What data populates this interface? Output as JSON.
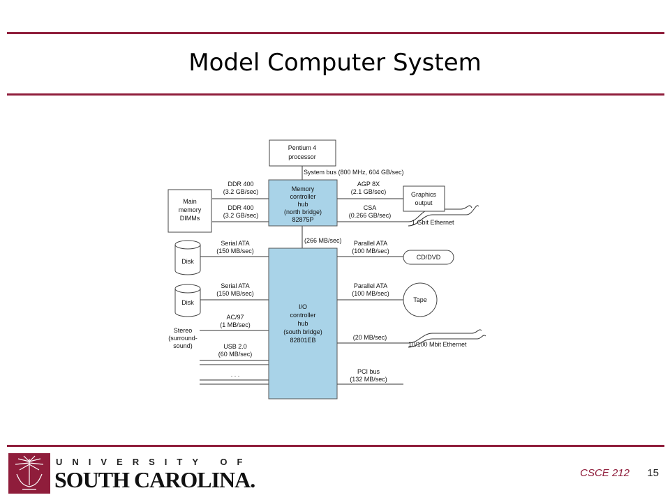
{
  "slide": {
    "title": "Model Computer System",
    "course": "CSCE 212",
    "page": "15",
    "university_word": "UNIVERSITY OF",
    "university_name": "SOUTH CAROLINA."
  },
  "diagram": {
    "processor": [
      "Pentium 4",
      "processor"
    ],
    "system_bus": "System bus (800 MHz, 604 GB/sec)",
    "north_bridge": [
      "Memory",
      "controller",
      "hub",
      "(north bridge)",
      "82875P"
    ],
    "main_memory": [
      "Main",
      "memory",
      "DIMMs"
    ],
    "ddr_top": [
      "DDR 400",
      "(3.2 GB/sec)"
    ],
    "ddr_bottom": [
      "DDR 400",
      "(3.2 GB/sec)"
    ],
    "agp": [
      "AGP 8X",
      "(2.1 GB/sec)"
    ],
    "graphics": [
      "Graphics",
      "output"
    ],
    "csa": [
      "CSA",
      "(0.266 GB/sec)"
    ],
    "gbit_ethernet": "1 Gbit Ethernet",
    "hub_link": "(266 MB/sec)",
    "sata_top": [
      "Serial ATA",
      "(150 MB/sec)"
    ],
    "disk_top": "Disk",
    "pata_top": [
      "Parallel ATA",
      "(100 MB/sec)"
    ],
    "cd_dvd": "CD/DVD",
    "sata_bottom": [
      "Serial ATA",
      "(150 MB/sec)"
    ],
    "disk_bottom": "Disk",
    "south_bridge": [
      "I/O",
      "controller",
      "hub",
      "(south bridge)",
      "82801EB"
    ],
    "pata_bottom": [
      "Parallel ATA",
      "(100 MB/sec)"
    ],
    "tape": "Tape",
    "ac97": [
      "AC/97",
      "(1 MB/sec)"
    ],
    "stereo": [
      "Stereo",
      "(surround-",
      "sound)"
    ],
    "usb": [
      "USB 2.0",
      "(60 MB/sec)"
    ],
    "ellipsis": ". . .",
    "ethernet_20": "(20 MB/sec)",
    "mbit_ethernet": "10/100 Mbit Ethernet",
    "pci": [
      "PCI bus",
      "(132 MB/sec)"
    ]
  }
}
